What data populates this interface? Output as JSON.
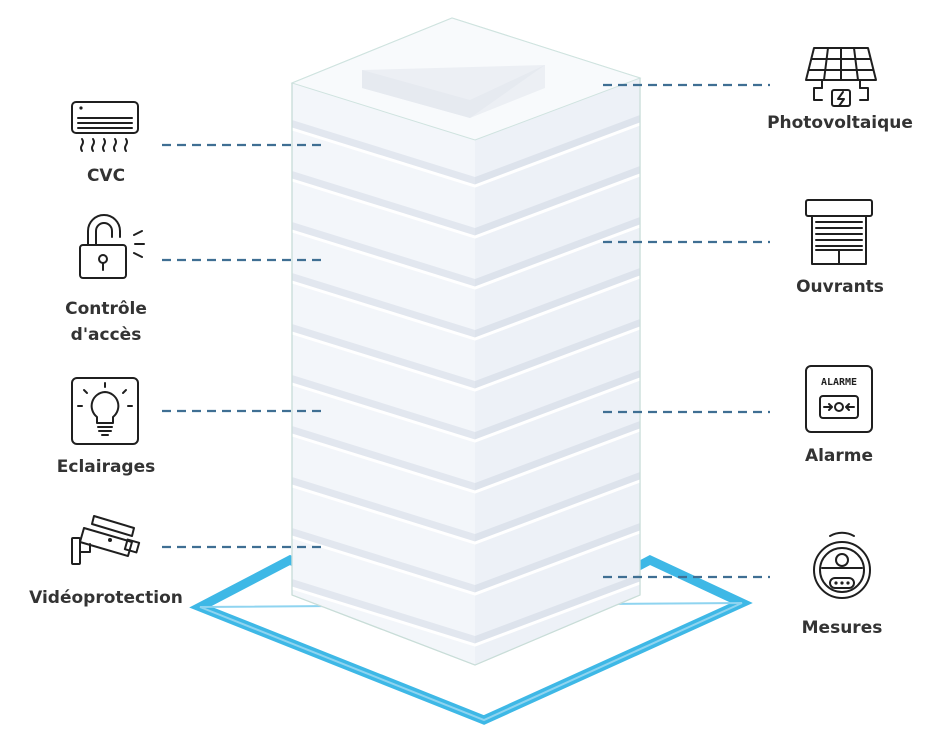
{
  "labels": {
    "cvc": "CVC",
    "access_line1": "Contrôle",
    "access_line2": "d'accès",
    "lighting": "Eclairages",
    "video": "Vidéoprotection",
    "pv": "Photovoltaique",
    "openings": "Ouvrants",
    "alarm": "Alarme",
    "measures": "Mesures"
  },
  "icons": {
    "alarm_panel_text": "ALARME"
  },
  "colors": {
    "connector": "#3f6f93",
    "base_outline": "#3eb8e6",
    "building_face": "#f1f4f9",
    "label": "#333333"
  }
}
